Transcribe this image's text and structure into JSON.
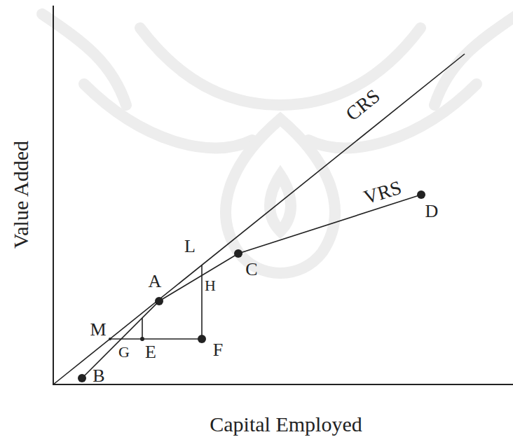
{
  "diagram": {
    "labels": [
      "CRS",
      "VRS",
      "D",
      "L",
      "C",
      "A",
      "H",
      "M",
      "G",
      "E",
      "F",
      "B",
      "Value Added",
      "Capital Employed"
    ]
  }
}
